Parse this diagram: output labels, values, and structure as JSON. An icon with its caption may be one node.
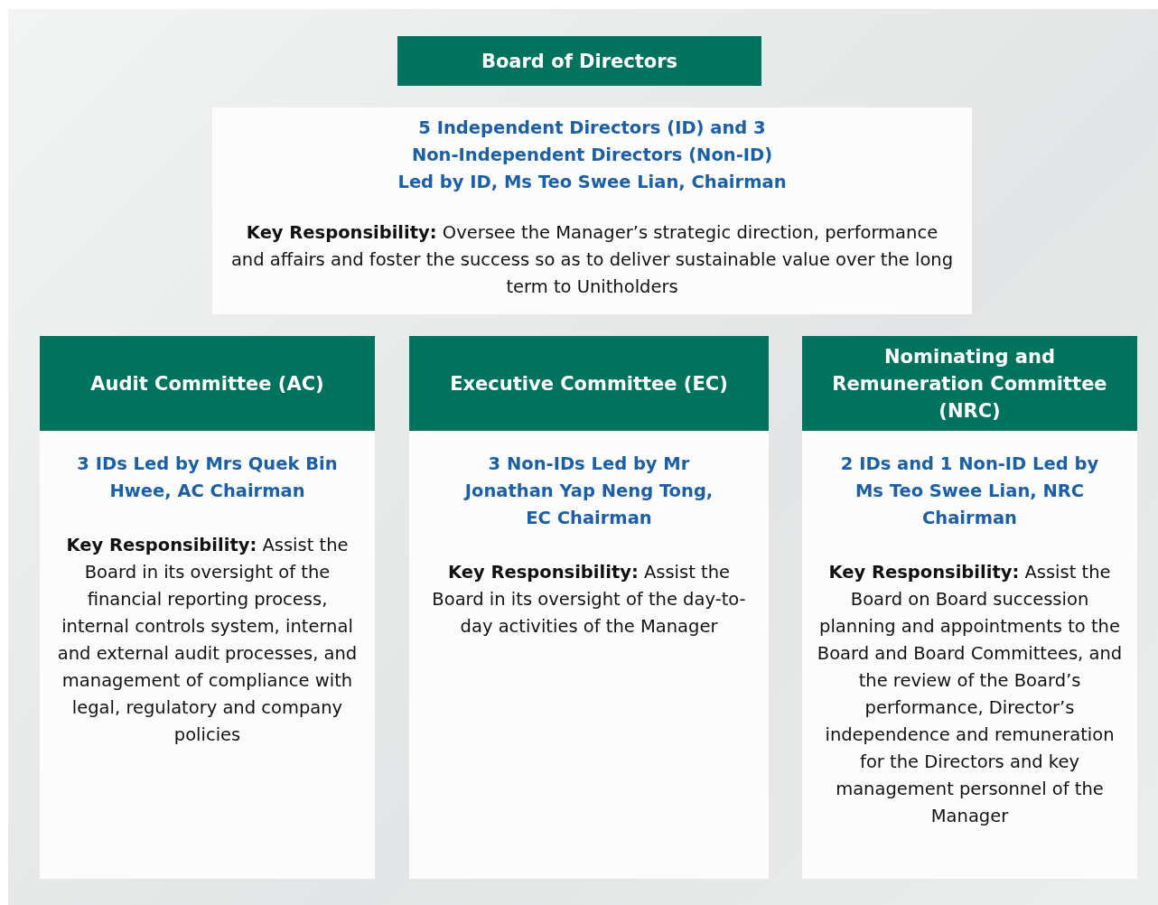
{
  "diagram": {
    "nodes": [
      {
        "text": [
          "Board of Directors"
        ]
      },
      {
        "text": [
          "5 Independent Directors (ID) and 3 Non-Independent Directors (Non-ID) Led by ID, Ms Teo Swee Lian, Chairman",
          "**Key Responsibility:** Oversee the Manager’s strategic direction, performance and affairs and foster the success so as to deliver sustainable value over the long term to Unitholders"
        ]
      },
      {
        "text": [
          "Audit Committee (AC)"
        ]
      },
      {
        "text": [
          "3 IDs Led by Mrs Quek Bin Hwee, AC Chairman",
          "**Key Responsibility:** Assist the Board in its oversight of the financial reporting process, internal controls system, internal and external audit processes, and management of compliance with legal, regulatory and company policies"
        ]
      },
      {
        "text": [
          "Executive Committee (EC)"
        ]
      },
      {
        "text": [
          "3 Non-IDs Led by Mr Jonathan Yap Neng Tong, EC Chairman",
          "**Key Responsibility:** Assist the Board in its oversight of the day-to-day activities of the Manager"
        ]
      },
      {
        "text": [
          "Nominating and Remuneration Committee (NRC)"
        ]
      },
      {
        "text": [
          "2 IDs and 1 Non-ID Led by Ms Teo Swee Lian, NRC Chairman",
          "**Key Responsibility:** Assist the Board on Board succession planning and appointments to the Board and Board Committees, and the review of the Board’s performance, Director’s independence and remuneration for the Directors and key management personnel of the Manager"
        ]
      }
    ]
  }
}
